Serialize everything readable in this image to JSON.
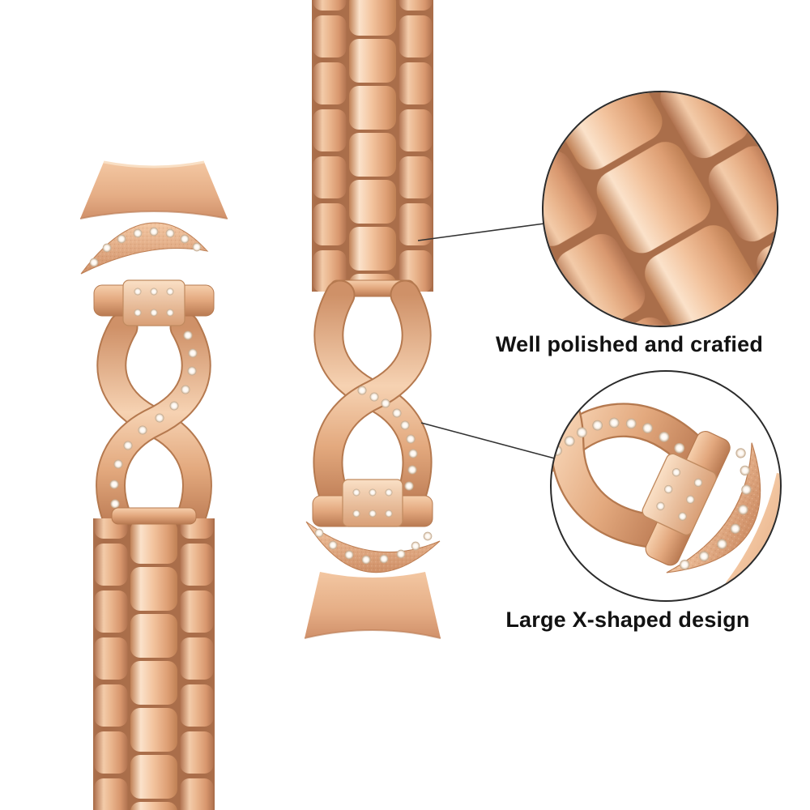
{
  "product": {
    "description": "Rose gold stainless steel watch band with rhinestone X-shaped links, shown twice with two circular detail callouts",
    "colors": {
      "rose_gold_light": "#fbe2ca",
      "rose_gold": "#eab68e",
      "rose_gold_dark": "#b17350",
      "rhinestone": "#ffffff",
      "callout_outline": "#2b2b2b",
      "background": "#ffffff",
      "caption_text": "#121212"
    }
  },
  "captions": {
    "polished": "Well polished and crafied",
    "xshape": "Large X-shaped design"
  }
}
